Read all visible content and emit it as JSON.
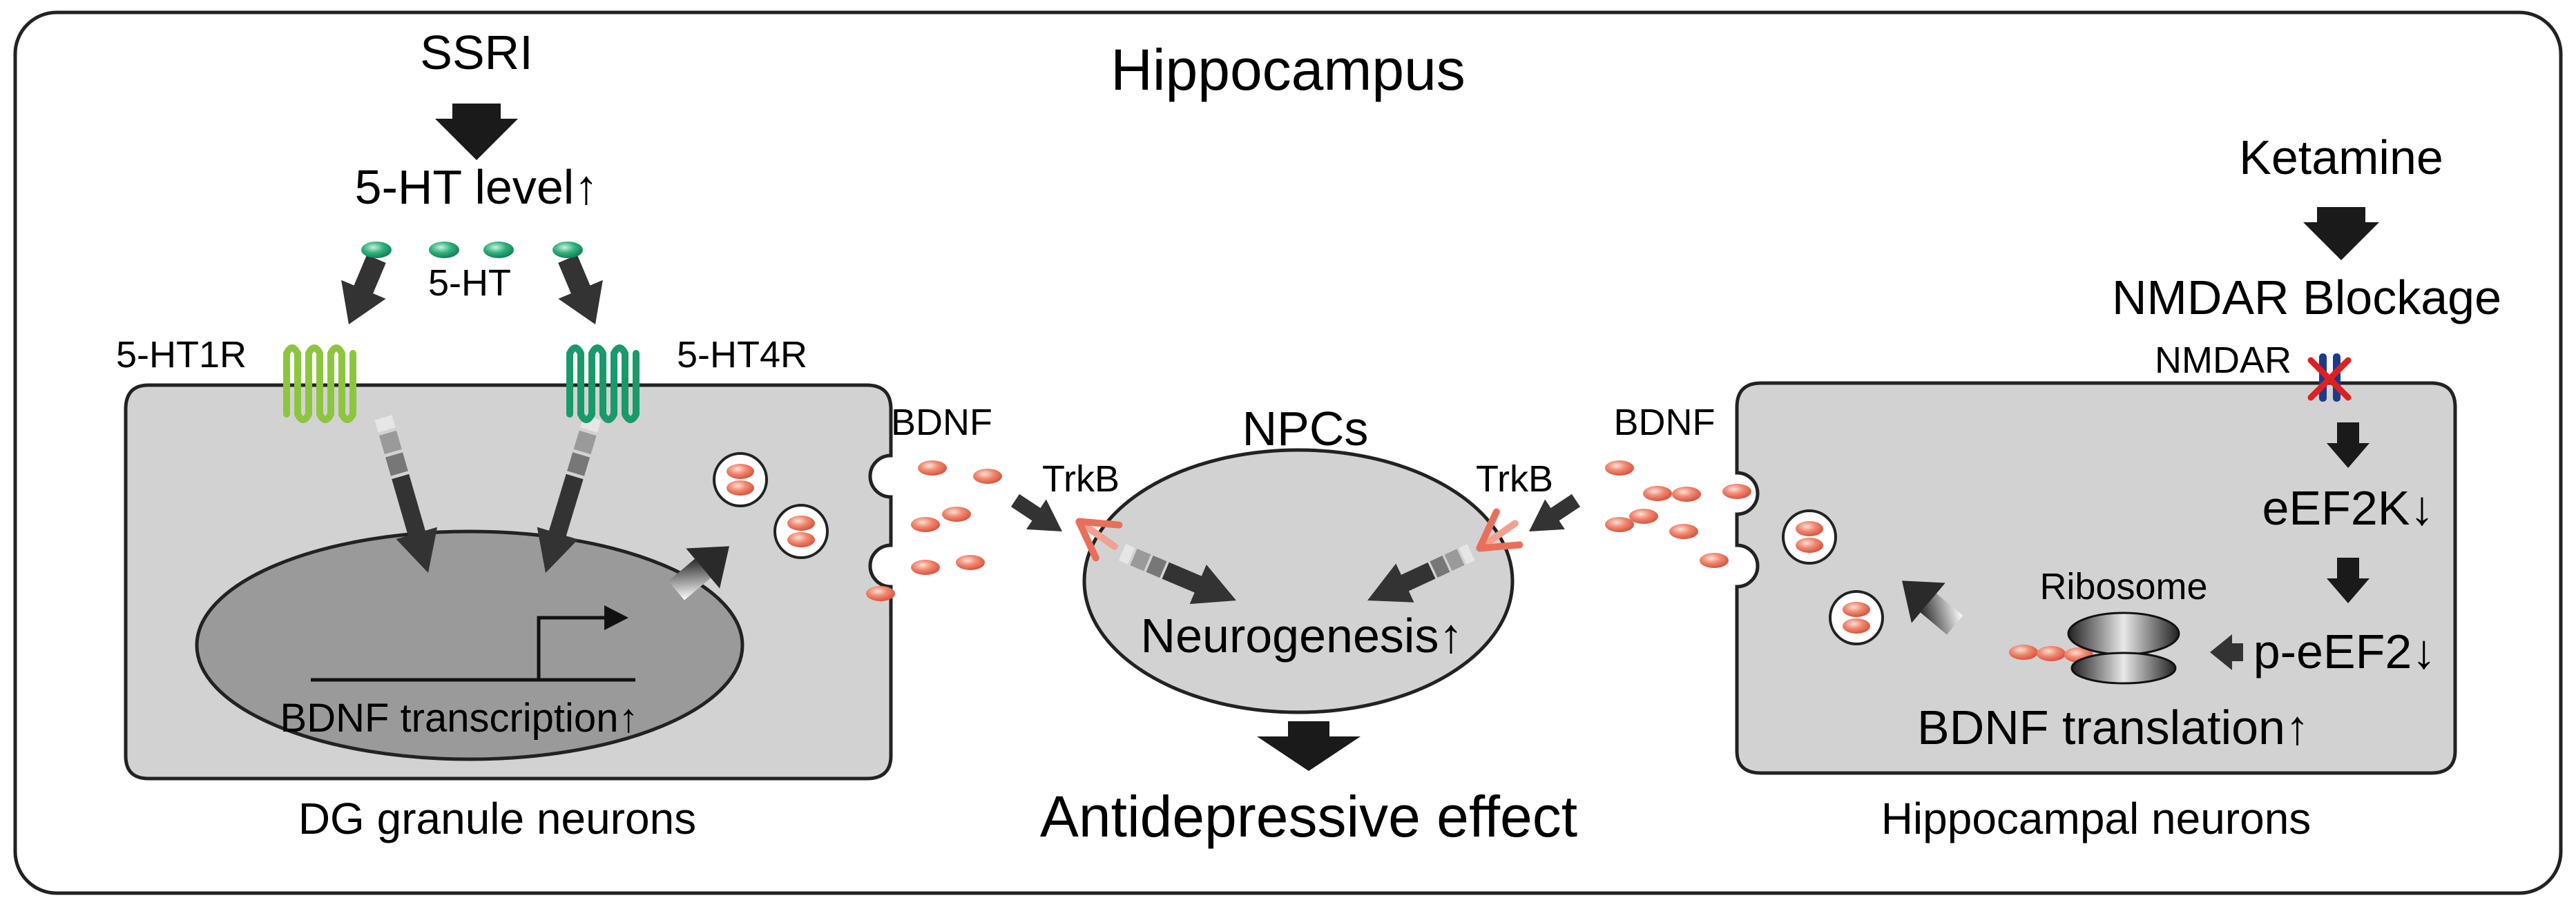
{
  "title": "Hippocampus",
  "left_path": {
    "drug": "SSRI",
    "level": "5-HT level↑",
    "ligand": "5-HT",
    "receptor_a": "5-HT1R",
    "receptor_b": "5-HT4R",
    "transcription": "BDNF transcription↑",
    "cell_label": "DG granule neurons",
    "bdnf": "BDNF"
  },
  "center": {
    "cell": "NPCs",
    "receptor_left": "TrkB",
    "receptor_right": "TrkB",
    "process": "Neurogenesis↑",
    "outcome": "Antidepressive effect"
  },
  "right_path": {
    "drug": "Ketamine",
    "blockage": "NMDAR Blockage",
    "receptor": "NMDAR",
    "kinase": "eEF2K↓",
    "phospho": "p-eEF2↓",
    "ribosome": "Ribosome",
    "translation": "BDNF translation↑",
    "cell_label": "Hippocampal neurons",
    "bdnf": "BDNF"
  },
  "colors": {
    "cell_fill": "#d2d2d2",
    "nucleus_fill": "#9a9a9a",
    "arrow": "#333333",
    "serotonin": "#1a9a6a",
    "receptor_1r": "#8cc63f",
    "receptor_4r": "#1a9a6a",
    "bdnf_vesicle": "#e8705a",
    "nmdar": "#1e3a8a",
    "block_x": "#e02020"
  },
  "icons": [
    "arrow-icon",
    "serotonin-dot-icon",
    "gpcr-receptor-icon",
    "bdnf-vesicle-icon",
    "trkb-receptor-icon",
    "nmdar-icon",
    "ribosome-icon",
    "gene-promoter-icon"
  ]
}
